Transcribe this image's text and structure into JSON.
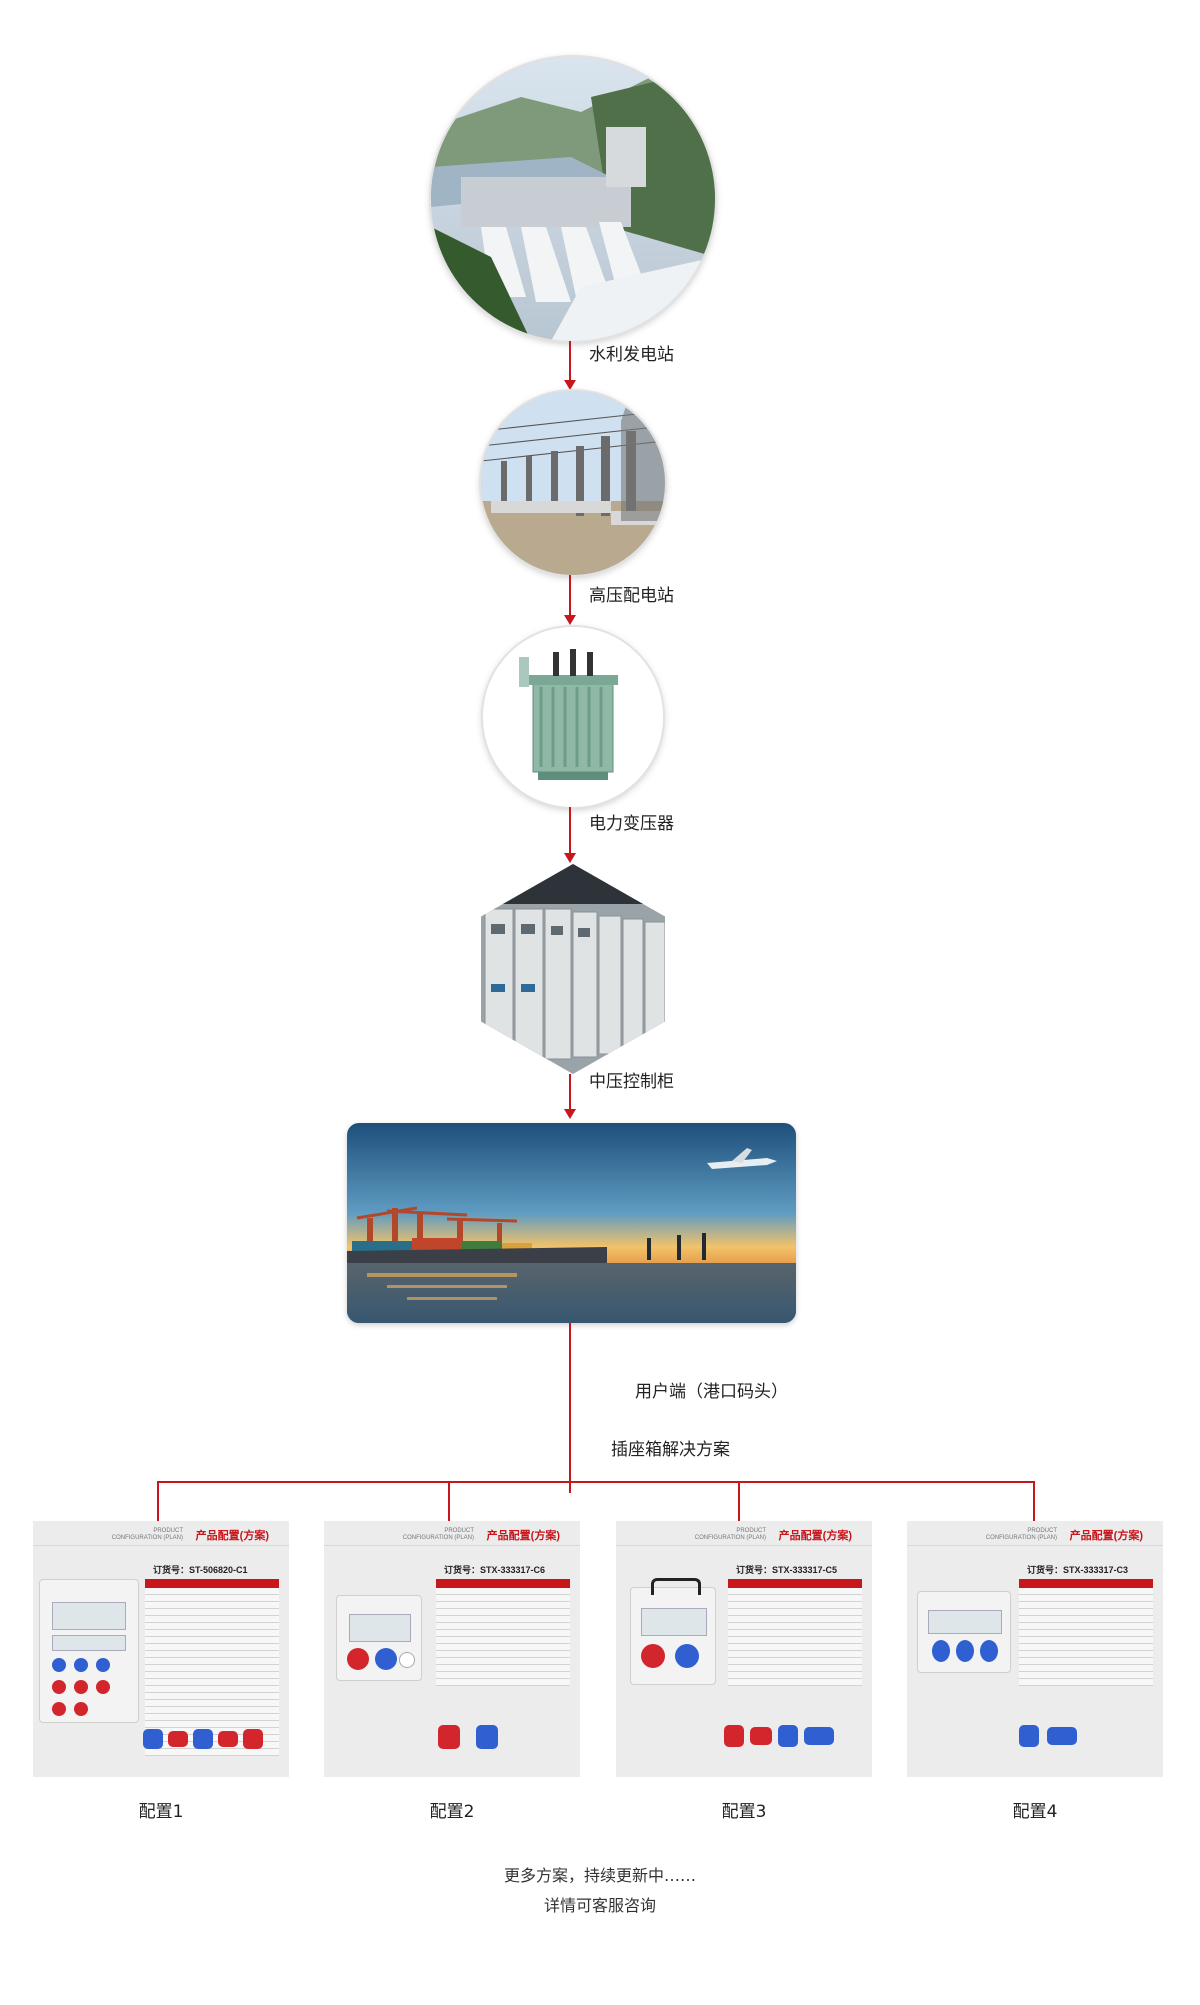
{
  "chain": {
    "stage1": "水利发电站",
    "stage2": "高压配电站",
    "stage3": "电力变压器",
    "stage4": "中压控制柜",
    "stage5": "用户端（港口码头）"
  },
  "solution_title": "插座箱解决方案",
  "card_header": {
    "en_line1": "PRODUCT",
    "en_line2": "CONFIGURATION (PLAN)",
    "cn": "产品配置(方案)"
  },
  "configs": [
    {
      "label": "配置1",
      "order": "订货号：ST-506820-C1"
    },
    {
      "label": "配置2",
      "order": "订货号：STX-333317-C6"
    },
    {
      "label": "配置3",
      "order": "订货号：STX-333317-C5"
    },
    {
      "label": "配置4",
      "order": "订货号：STX-333317-C3"
    }
  ],
  "footer": {
    "line1": "更多方案，持续更新中……",
    "line2": "详情可客服咨询"
  },
  "colors": {
    "accent": "#c8161d"
  }
}
